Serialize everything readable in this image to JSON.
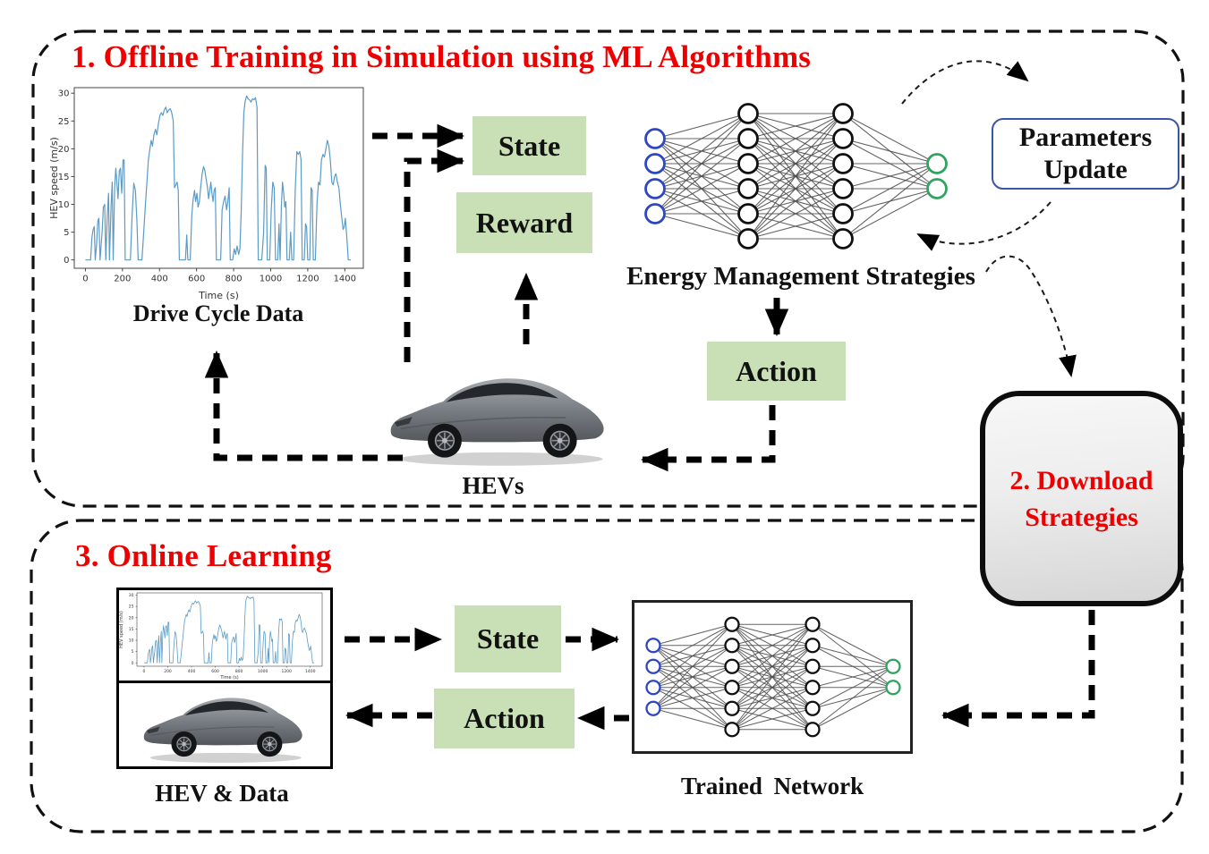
{
  "colors": {
    "accent_red": "#ee0000",
    "box_green": "#c9dfb6",
    "param_blue": "#3b55a5",
    "chart_line": "#5b9bc5"
  },
  "offline": {
    "title": "1. Offline Training in Simulation using ML Algorithms",
    "drive_cycle_caption": "Drive Cycle Data",
    "state_label": "State",
    "reward_label": "Reward",
    "action_label": "Action",
    "hevs_caption": "HEVs",
    "ems_caption": "Energy Management Strategies",
    "parameters_update": {
      "line1": "Parameters",
      "line2": "Update"
    }
  },
  "download": {
    "line1": "2. Download",
    "line2": "Strategies"
  },
  "online": {
    "title": "3. Online Learning",
    "state_label": "State",
    "action_label": "Action",
    "hev_data_caption": "HEV & Data",
    "trained_caption": "Trained Network"
  },
  "networks": {
    "ems": {
      "layers": [
        {
          "n": 4,
          "color": "#2c46c4"
        },
        {
          "n": 6,
          "color": "#101010"
        },
        {
          "n": 6,
          "color": "#101010"
        },
        {
          "n": 2,
          "color": "#2fa360"
        }
      ]
    },
    "trained": {
      "layers": [
        {
          "n": 4,
          "color": "#2c46c4"
        },
        {
          "n": 6,
          "color": "#101010"
        },
        {
          "n": 6,
          "color": "#101010"
        },
        {
          "n": 2,
          "color": "#2fa360"
        }
      ]
    }
  },
  "chart_data": {
    "type": "line",
    "title": "Drive Cycle Data",
    "xlabel": "Time (s)",
    "ylabel": "HEV speed (m/s)",
    "xlim": [
      -60,
      1500
    ],
    "ylim": [
      -1.5,
      31
    ],
    "xticks": [
      0,
      200,
      400,
      600,
      800,
      1000,
      1200,
      1400
    ],
    "yticks": [
      0,
      5,
      10,
      15,
      20,
      25,
      30
    ],
    "grid": false,
    "points": [
      [
        0,
        0
      ],
      [
        28,
        0
      ],
      [
        35,
        4
      ],
      [
        42,
        5.5
      ],
      [
        48,
        6
      ],
      [
        53,
        0
      ],
      [
        60,
        2.5
      ],
      [
        67,
        7
      ],
      [
        73,
        7.5
      ],
      [
        79,
        0
      ],
      [
        90,
        5
      ],
      [
        97,
        9.5
      ],
      [
        104,
        10
      ],
      [
        110,
        0
      ],
      [
        118,
        8
      ],
      [
        125,
        12
      ],
      [
        130,
        0
      ],
      [
        139,
        10
      ],
      [
        145,
        14
      ],
      [
        150,
        0
      ],
      [
        158,
        13
      ],
      [
        164,
        16.5
      ],
      [
        170,
        14
      ],
      [
        176,
        11
      ],
      [
        183,
        16
      ],
      [
        189,
        16.5
      ],
      [
        196,
        12
      ],
      [
        203,
        18
      ],
      [
        209,
        18
      ],
      [
        215,
        0
      ],
      [
        243,
        0
      ],
      [
        252,
        8
      ],
      [
        261,
        13.8
      ],
      [
        270,
        12.5
      ],
      [
        278,
        7
      ],
      [
        285,
        0
      ],
      [
        305,
        0
      ],
      [
        315,
        5
      ],
      [
        324,
        10
      ],
      [
        332,
        14
      ],
      [
        340,
        18
      ],
      [
        348,
        20
      ],
      [
        355,
        21.5
      ],
      [
        362,
        20.5
      ],
      [
        370,
        22.5
      ],
      [
        378,
        23.5
      ],
      [
        386,
        22.5
      ],
      [
        394,
        24.5
      ],
      [
        402,
        26
      ],
      [
        410,
        26.5
      ],
      [
        418,
        26
      ],
      [
        426,
        27
      ],
      [
        434,
        27.5
      ],
      [
        442,
        26.5
      ],
      [
        450,
        27
      ],
      [
        458,
        27.2
      ],
      [
        466,
        26.5
      ],
      [
        474,
        25
      ],
      [
        481,
        13
      ],
      [
        488,
        13.5
      ],
      [
        495,
        14
      ],
      [
        501,
        12.5
      ],
      [
        507,
        0
      ],
      [
        540,
        0
      ],
      [
        547,
        4.5
      ],
      [
        553,
        0
      ],
      [
        566,
        0
      ],
      [
        574,
        8
      ],
      [
        582,
        11
      ],
      [
        589,
        12.5
      ],
      [
        595,
        10.5
      ],
      [
        602,
        12
      ],
      [
        608,
        9.5
      ],
      [
        615,
        10.5
      ],
      [
        622,
        13
      ],
      [
        630,
        15.5
      ],
      [
        638,
        16.8
      ],
      [
        645,
        16
      ],
      [
        652,
        14.5
      ],
      [
        659,
        13
      ],
      [
        665,
        11
      ],
      [
        671,
        12.5
      ],
      [
        677,
        14
      ],
      [
        683,
        12
      ],
      [
        689,
        10.5
      ],
      [
        695,
        12.5
      ],
      [
        701,
        13
      ],
      [
        707,
        0
      ],
      [
        730,
        0
      ],
      [
        738,
        9
      ],
      [
        746,
        10.5
      ],
      [
        754,
        11.5
      ],
      [
        762,
        9
      ],
      [
        769,
        10.5
      ],
      [
        776,
        13
      ],
      [
        782,
        0
      ],
      [
        795,
        0
      ],
      [
        803,
        2
      ],
      [
        811,
        1
      ],
      [
        819,
        2.5
      ],
      [
        827,
        1
      ],
      [
        834,
        2
      ],
      [
        841,
        9
      ],
      [
        848,
        19
      ],
      [
        855,
        26.5
      ],
      [
        862,
        28.5
      ],
      [
        870,
        29.5
      ],
      [
        878,
        29
      ],
      [
        886,
        28.8
      ],
      [
        894,
        28.4
      ],
      [
        902,
        29
      ],
      [
        910,
        28.8
      ],
      [
        918,
        29.2
      ],
      [
        926,
        27.5
      ],
      [
        933,
        0
      ],
      [
        952,
        0
      ],
      [
        962,
        5
      ],
      [
        970,
        17
      ],
      [
        976,
        16.5
      ],
      [
        982,
        0
      ],
      [
        995,
        0
      ],
      [
        1003,
        9
      ],
      [
        1011,
        14
      ],
      [
        1019,
        13
      ],
      [
        1026,
        0
      ],
      [
        1038,
        0
      ],
      [
        1045,
        6.5
      ],
      [
        1051,
        0
      ],
      [
        1058,
        10
      ],
      [
        1064,
        14
      ],
      [
        1070,
        12
      ],
      [
        1076,
        9.5
      ],
      [
        1082,
        10.5
      ],
      [
        1088,
        0
      ],
      [
        1100,
        0
      ],
      [
        1108,
        5
      ],
      [
        1114,
        0
      ],
      [
        1124,
        0
      ],
      [
        1133,
        13
      ],
      [
        1141,
        19.5
      ],
      [
        1149,
        19
      ],
      [
        1157,
        19.5
      ],
      [
        1164,
        18
      ],
      [
        1170,
        0
      ],
      [
        1181,
        0
      ],
      [
        1188,
        6.5
      ],
      [
        1194,
        6
      ],
      [
        1200,
        0
      ],
      [
        1211,
        0
      ],
      [
        1218,
        13
      ],
      [
        1224,
        12.5
      ],
      [
        1230,
        0
      ],
      [
        1241,
        0
      ],
      [
        1250,
        10
      ],
      [
        1258,
        14
      ],
      [
        1266,
        13.5
      ],
      [
        1274,
        18
      ],
      [
        1282,
        19
      ],
      [
        1290,
        18.5
      ],
      [
        1298,
        20
      ],
      [
        1306,
        21.5
      ],
      [
        1314,
        20.5
      ],
      [
        1322,
        18
      ],
      [
        1330,
        14
      ],
      [
        1337,
        13.5
      ],
      [
        1345,
        15
      ],
      [
        1352,
        15.5
      ],
      [
        1360,
        14
      ],
      [
        1368,
        13
      ],
      [
        1376,
        10
      ],
      [
        1384,
        7.5
      ],
      [
        1391,
        5.5
      ],
      [
        1397,
        6
      ],
      [
        1403,
        7.5
      ],
      [
        1411,
        4
      ],
      [
        1419,
        0
      ],
      [
        1432,
        0
      ]
    ]
  }
}
